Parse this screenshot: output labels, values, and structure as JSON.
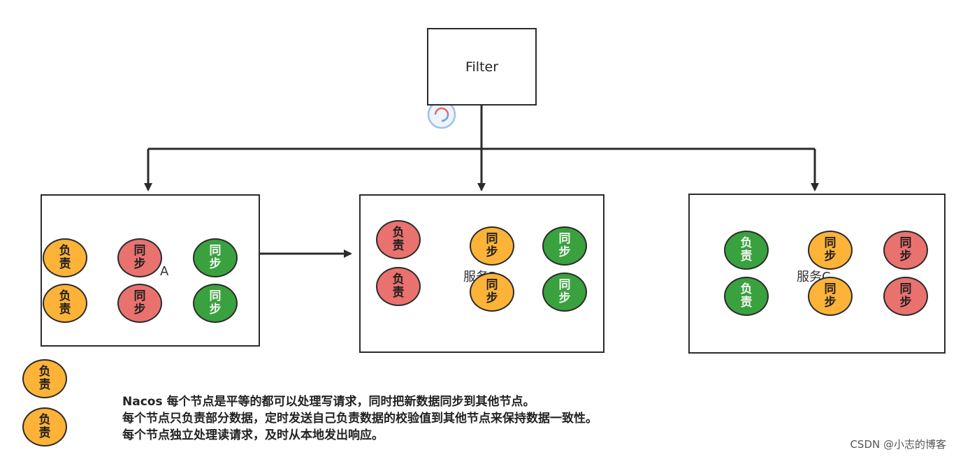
{
  "filter": {
    "label": "Filter"
  },
  "services": [
    {
      "label": "服务A",
      "visible_label": "A"
    },
    {
      "label": "服务B",
      "visible_label": "服务B"
    },
    {
      "label": "服务C",
      "visible_label": "服务C"
    }
  ],
  "node_text": {
    "fuze": "负责",
    "tongbu": "同步"
  },
  "legend": {
    "items": [
      "负责",
      "负责"
    ]
  },
  "description": {
    "line1": "Nacos 每个节点是平等的都可以处理写请求，同时把新数据同步到其他节点。",
    "line2": "每个节点只负责部分数据，定时发送自己负责数据的校验值到其他节点来保持数据一致性。",
    "line3": "每个节点独立处理读请求，及时从本地发出响应。"
  },
  "watermark": "CSDN @小志的博客",
  "colors": {
    "orange": "#fdb338",
    "red": "#e9726f",
    "green": "#3aa13f",
    "stroke": "#2b2b2b"
  },
  "icons": {
    "sync": "sync-cursor-icon"
  }
}
